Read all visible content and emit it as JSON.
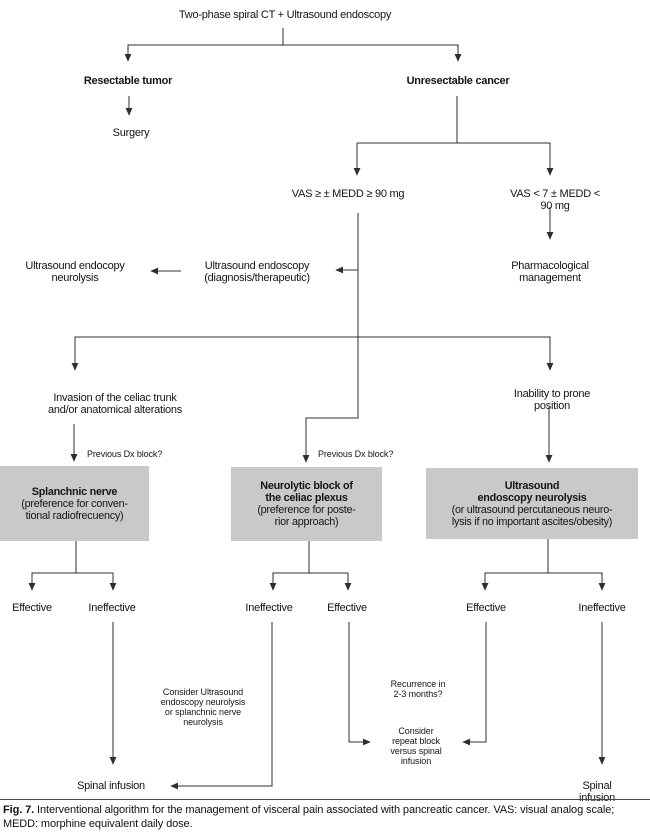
{
  "colors": {
    "background": "#ffffff",
    "box_fill": "#c9c9c9",
    "line": "#2f2f2f",
    "text": "#151515"
  },
  "nodes": {
    "title": "Two-phase spiral CT + Ultrasound endoscopy",
    "resectable_tumor": "Resectable tumor",
    "unresectable_cancer": "Unresectable cancer",
    "surgery": "Surgery",
    "vas_high": "VAS ≥ ± MEDD ≥ 90 mg",
    "vas_low": "VAS < 7 ± MEDD < 90 mg",
    "pharmacological": "Pharmacological\nmanagement",
    "us_endoscopy_diag": "Ultrasound endoscopy\n(diagnosis/therapeutic)",
    "us_endocopy_neurolysis": "Ultrasound endocopy\nneurolysis",
    "invasion_celiac": "Invasion of the celiac trunk\nand/or anatomical alterations",
    "inability_prone": "Inability to prone position",
    "previous_dx_left": "Previous Dx block?",
    "previous_dx_mid": "Previous Dx block?",
    "effective_1": "Effective",
    "ineffective_1": "Ineffective",
    "ineffective_2": "Ineffective",
    "effective_2": "Effective",
    "effective_3": "Effective",
    "ineffective_3": "Ineffective",
    "consider_us_neurolysis": "Consider Ultrasound\nendoscopy neurolysis\nor splanchnic nerve\nneurolysis",
    "recurrence": "Recurrence in\n2-3 months?",
    "consider_repeat": "Consider\nrepeat block\nversus spinal\ninfusion",
    "spinal_infusion_left": "Spinal infusion",
    "spinal_infusion_right": "Spinal infusion"
  },
  "boxes": {
    "splanchnic": {
      "title": "Splanchnic nerve",
      "subtitle": "(preference for conven-\ntional radiofrecuency)"
    },
    "neurolytic": {
      "title": "Neurolytic block of\nthe celiac plexus",
      "subtitle": "(preference for poste-\nrior approach)"
    },
    "ultrasound": {
      "title": "Ultrasound\nendoscopy neurolysis",
      "subtitle": "(or ultrasound percutaneous neuro-\nlysis if no important ascites/obesity)"
    }
  },
  "caption": {
    "label": "Fig. 7.",
    "text": " Interventional algorithm for the management of visceral pain associated with pancreatic cancer. VAS: visual analog scale; MEDD: morphine equivalent daily dose."
  }
}
